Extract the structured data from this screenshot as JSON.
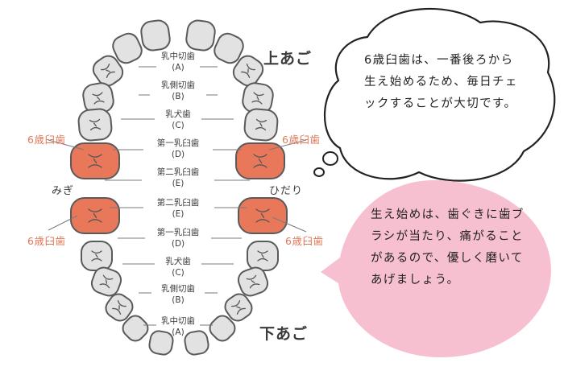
{
  "colors": {
    "tooth_fill": "#e2e2e2",
    "tooth_stroke": "#5a5a5a",
    "molar_fill": "#e9785a",
    "molar_label": "#e07a5a",
    "bubble_pink": "#f7c0d0",
    "bubble_white": "#ffffff"
  },
  "diagram": {
    "upper_jaw": "上あご",
    "lower_jaw": "下あご",
    "left_side": "みぎ",
    "right_side": "ひだり",
    "molar_label": "6歳臼歯",
    "upper_teeth": [
      {
        "name": "乳中切歯",
        "code": "(A)"
      },
      {
        "name": "乳側切歯",
        "code": "(B)"
      },
      {
        "name": "乳犬歯",
        "code": "(C)"
      },
      {
        "name": "第一乳臼歯",
        "code": "(D)"
      },
      {
        "name": "第二乳臼歯",
        "code": "(E)"
      }
    ],
    "lower_teeth": [
      {
        "name": "第二乳臼歯",
        "code": "(E)"
      },
      {
        "name": "第一乳臼歯",
        "code": "(D)"
      },
      {
        "name": "乳犬歯",
        "code": "(C)"
      },
      {
        "name": "乳側切歯",
        "code": "(B)"
      },
      {
        "name": "乳中切歯",
        "code": "(A)"
      }
    ]
  },
  "thought_bubble": {
    "text": "6歳臼歯は、一番後ろから生え始めるため、毎日チェックすることが大切です。"
  },
  "speech_bubble": {
    "text": "生え始めは、歯ぐきに歯ブラシが当たり、痛がることがあるので、優しく磨いてあげましょう。"
  }
}
